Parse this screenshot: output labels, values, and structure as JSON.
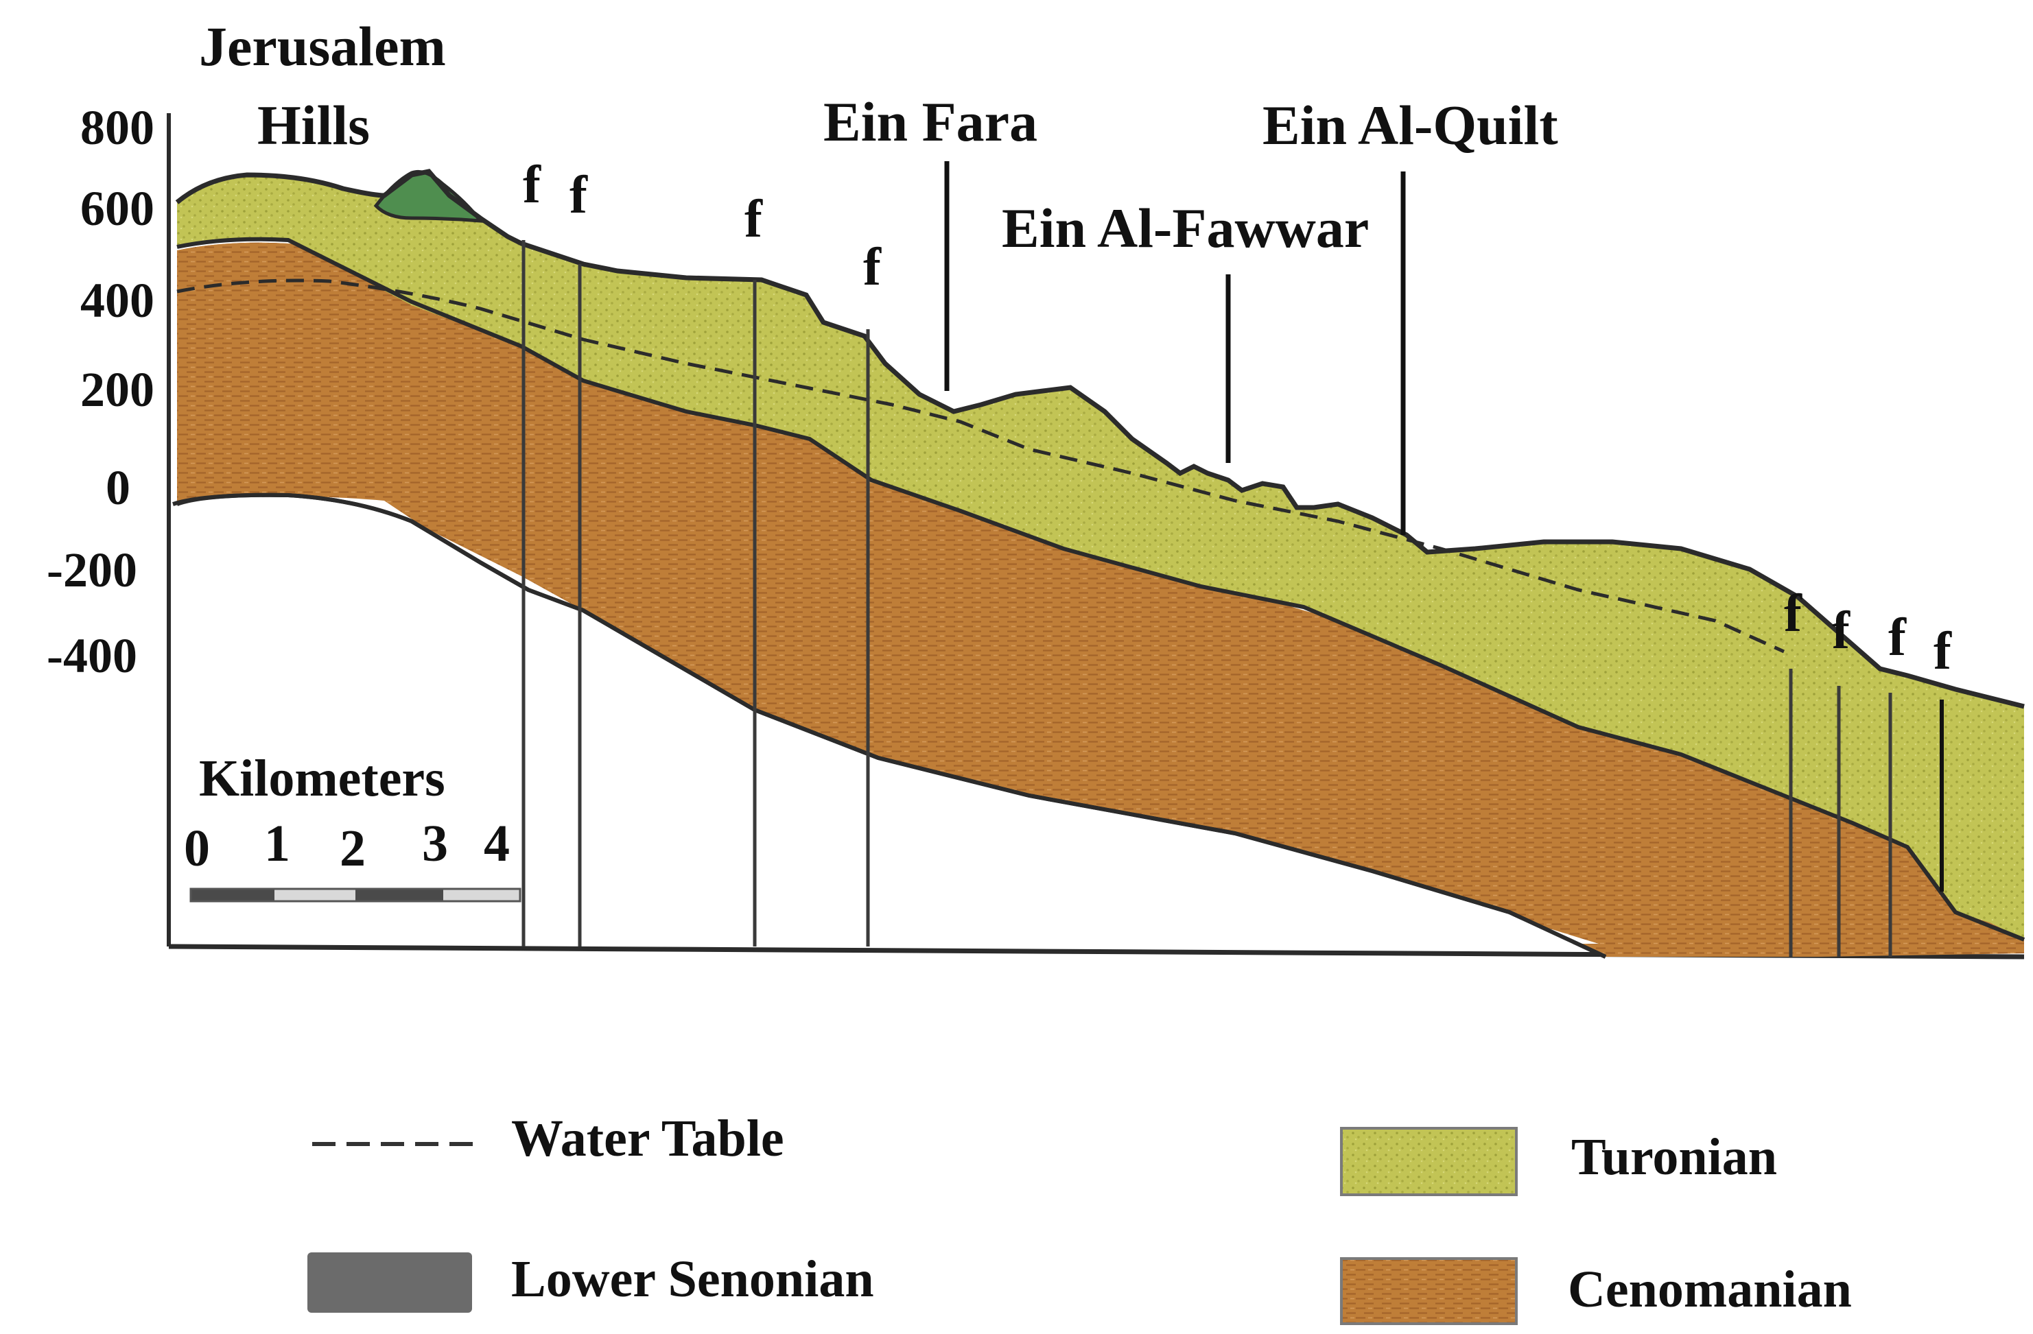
{
  "diagram": {
    "y_axis": {
      "ticks": [
        "800",
        "600",
        "400",
        "200",
        "0",
        "-200",
        "-400"
      ]
    },
    "places": {
      "jerusalem_line1": "Jerusalem",
      "jerusalem_line2": "Hills",
      "ein_fara": "Ein Fara",
      "ein_al_fawwar": "Ein Al-Fawwar",
      "ein_al_quilt": "Ein Al-Quilt"
    },
    "fault_symbol": "f",
    "scale_bar": {
      "title": "Kilometers",
      "ticks": [
        "0",
        "1",
        "2",
        "3",
        "4"
      ]
    }
  },
  "legend": {
    "water_table": "Water Table",
    "lower_senonian": "Lower Senonian",
    "turonian": "Turonian",
    "cenomanian": "Cenomanian"
  },
  "colors": {
    "turonian": "#c2c455",
    "cenomanian": "#bf7e38",
    "lower_senonian": "#6b6b6b",
    "senonian_outcrop": "#4f8e4f",
    "outline": "#2b2b2b"
  }
}
